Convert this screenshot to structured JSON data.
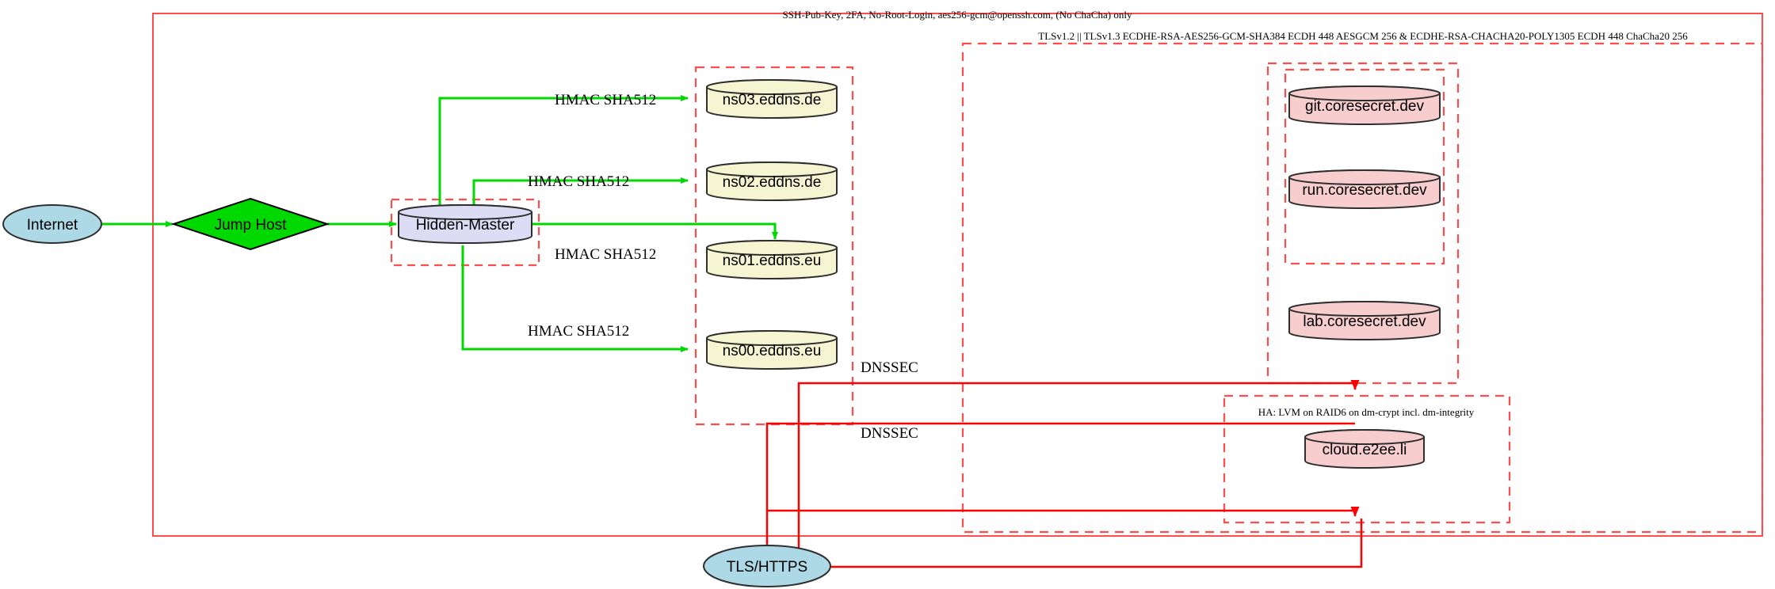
{
  "diagram": {
    "title_note": "SSH-Pub-Key, 2FA, No-Root-Login, aes256-gcm@openssh.com, (No ChaCha) only",
    "clusters": [
      {
        "id": "outer_ssh",
        "label": "SSH-Pub-Key, 2FA, No-Root-Login, aes256-gcm@openssh.com, (No ChaCha) only"
      },
      {
        "id": "tls_zone",
        "label": "TLSv1.2 || TLSv1.3 ECDHE-RSA-AES256-GCM-SHA384 ECDH 448 AESGCM 256 & ECDHE-RSA-CHACHA20-POLY1305 ECDH 448 ChaCha20 256"
      },
      {
        "id": "ha_zone",
        "label": "HA: LVM on RAID6 on dm-crypt incl. dm-integrity"
      },
      {
        "id": "ns_zone",
        "label": ""
      },
      {
        "id": "hm_zone",
        "label": ""
      },
      {
        "id": "svc_zone",
        "label": ""
      }
    ],
    "nodes": [
      {
        "id": "internet",
        "label": "Internet",
        "shape": "ellipse",
        "fill": "#add8e6"
      },
      {
        "id": "jumphost",
        "label": "Jump Host",
        "shape": "diamond",
        "fill": "#00d900"
      },
      {
        "id": "hiddenmaster",
        "label": "Hidden-Master",
        "shape": "cylinder",
        "fill": "#dcdcf5"
      },
      {
        "id": "ns03",
        "label": "ns03.eddns.de",
        "shape": "cylinder",
        "fill": "#f5f5d2"
      },
      {
        "id": "ns02",
        "label": "ns02.eddns.de",
        "shape": "cylinder",
        "fill": "#f5f5d2"
      },
      {
        "id": "ns01",
        "label": "ns01.eddns.eu",
        "shape": "cylinder",
        "fill": "#f5f5d2"
      },
      {
        "id": "ns00",
        "label": "ns00.eddns.eu",
        "shape": "cylinder",
        "fill": "#f5f5d2"
      },
      {
        "id": "git",
        "label": "git.coresecret.dev",
        "shape": "cylinder",
        "fill": "#f8cdcd"
      },
      {
        "id": "run",
        "label": "run.coresecret.dev",
        "shape": "cylinder",
        "fill": "#f8cdcd"
      },
      {
        "id": "lab",
        "label": "lab.coresecret.dev",
        "shape": "cylinder",
        "fill": "#f8cdcd"
      },
      {
        "id": "cloud",
        "label": "cloud.e2ee.li",
        "shape": "cylinder",
        "fill": "#f8cdcd"
      },
      {
        "id": "tlshttps",
        "label": "TLS/HTTPS",
        "shape": "ellipse",
        "fill": "#add8e6"
      }
    ],
    "edges": [
      {
        "from": "internet",
        "to": "jumphost",
        "label": "",
        "color": "#00d900"
      },
      {
        "from": "jumphost",
        "to": "hiddenmaster",
        "label": "",
        "color": "#00d900"
      },
      {
        "from": "hiddenmaster",
        "to": "ns03",
        "label": "HMAC SHA512",
        "color": "#00d900"
      },
      {
        "from": "hiddenmaster",
        "to": "ns02",
        "label": "HMAC SHA512",
        "color": "#00d900"
      },
      {
        "from": "hiddenmaster",
        "to": "ns01",
        "label": "HMAC SHA512",
        "color": "#00d900"
      },
      {
        "from": "hiddenmaster",
        "to": "ns00",
        "label": "HMAC SHA512",
        "color": "#00d900"
      },
      {
        "from": "tlshttps",
        "to": "svc_zone",
        "label": "DNSSEC",
        "color": "#ff0000"
      },
      {
        "from": "tlshttps",
        "to": "ha_zone",
        "label": "DNSSEC",
        "color": "#ff0000"
      }
    ],
    "labels": {
      "hmac": "HMAC SHA512",
      "dnssec": "DNSSEC"
    },
    "colors": {
      "green_edge": "#00d900",
      "red_edge": "#ff0000",
      "cluster_border": "#ff0000",
      "node_stroke": "#2f2f2f",
      "ellipse_fill": "#add8e6",
      "diamond_fill": "#00d900",
      "master_fill": "#dcdcf5",
      "ns_fill": "#f5f5d2",
      "svc_fill": "#f8cdcd"
    }
  }
}
